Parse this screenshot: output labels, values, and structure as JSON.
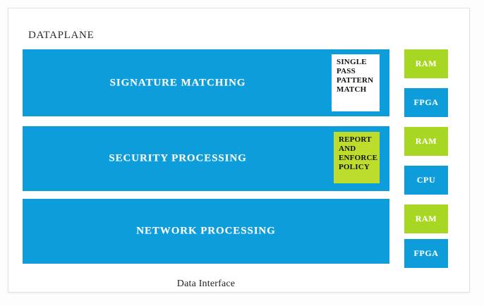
{
  "diagram": {
    "title": "DATAPLANE",
    "footer_label": "Data Interface",
    "colors": {
      "stage_blue": "#0d9ddb",
      "chip_green": "#a8d723",
      "inset_green": "#bcdd2c",
      "inset_white": "#ffffff",
      "frame_border": "#e2e2e2",
      "page_background": "#ffffff"
    },
    "stages": [
      {
        "label": "SIGNATURE MATCHING",
        "inset": {
          "style": "white",
          "lines": [
            "SINGLE",
            "PASS",
            "PATTERN",
            "MATCH"
          ]
        }
      },
      {
        "label": "SECURITY PROCESSING",
        "inset": {
          "style": "green",
          "lines": [
            "REPORT",
            "AND",
            "ENFORCE",
            "POLICY"
          ]
        }
      },
      {
        "label": "NETWORK PROCESSING",
        "inset": null
      }
    ],
    "components": [
      {
        "label": "RAM",
        "color": "green"
      },
      {
        "label": "FPGA",
        "color": "blue"
      },
      {
        "label": "RAM",
        "color": "green"
      },
      {
        "label": "CPU",
        "color": "blue"
      },
      {
        "label": "RAM",
        "color": "green"
      },
      {
        "label": "FPGA",
        "color": "blue"
      }
    ]
  }
}
